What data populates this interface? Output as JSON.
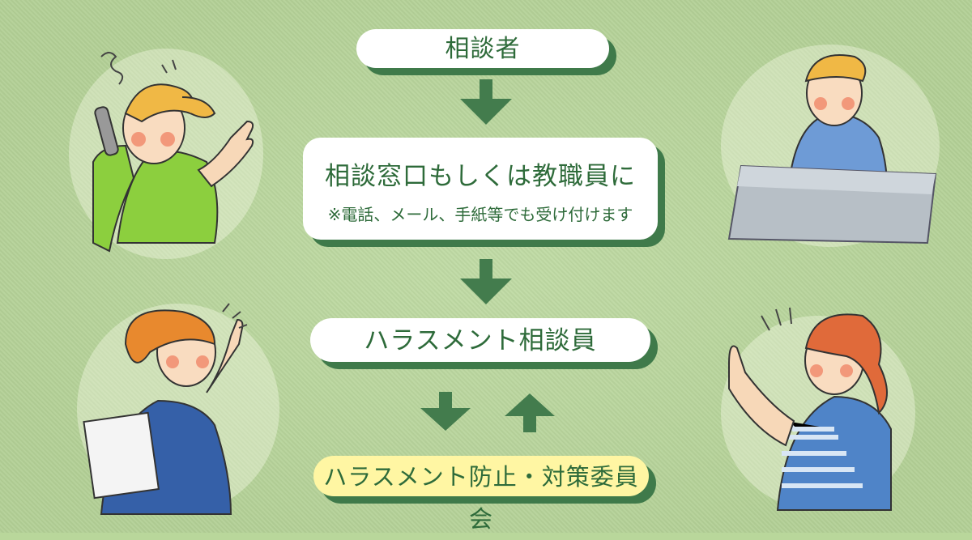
{
  "flow": {
    "step1": "相談者",
    "step2_main": "相談窓口もしくは教職員に",
    "step2_note": "※電話、メール、手紙等でも受け付けます",
    "step3": "ハラスメント相談員",
    "step4": "ハラスメント防止・対策委員会"
  },
  "colors": {
    "background": "#b9d79b",
    "box_shadow": "#3f7a4a",
    "arrow": "#437c4d",
    "text": "#2e6b3a",
    "committee_box": "#fff6a3"
  },
  "icons": [
    "arrow-down-icon",
    "arrow-up-icon"
  ]
}
